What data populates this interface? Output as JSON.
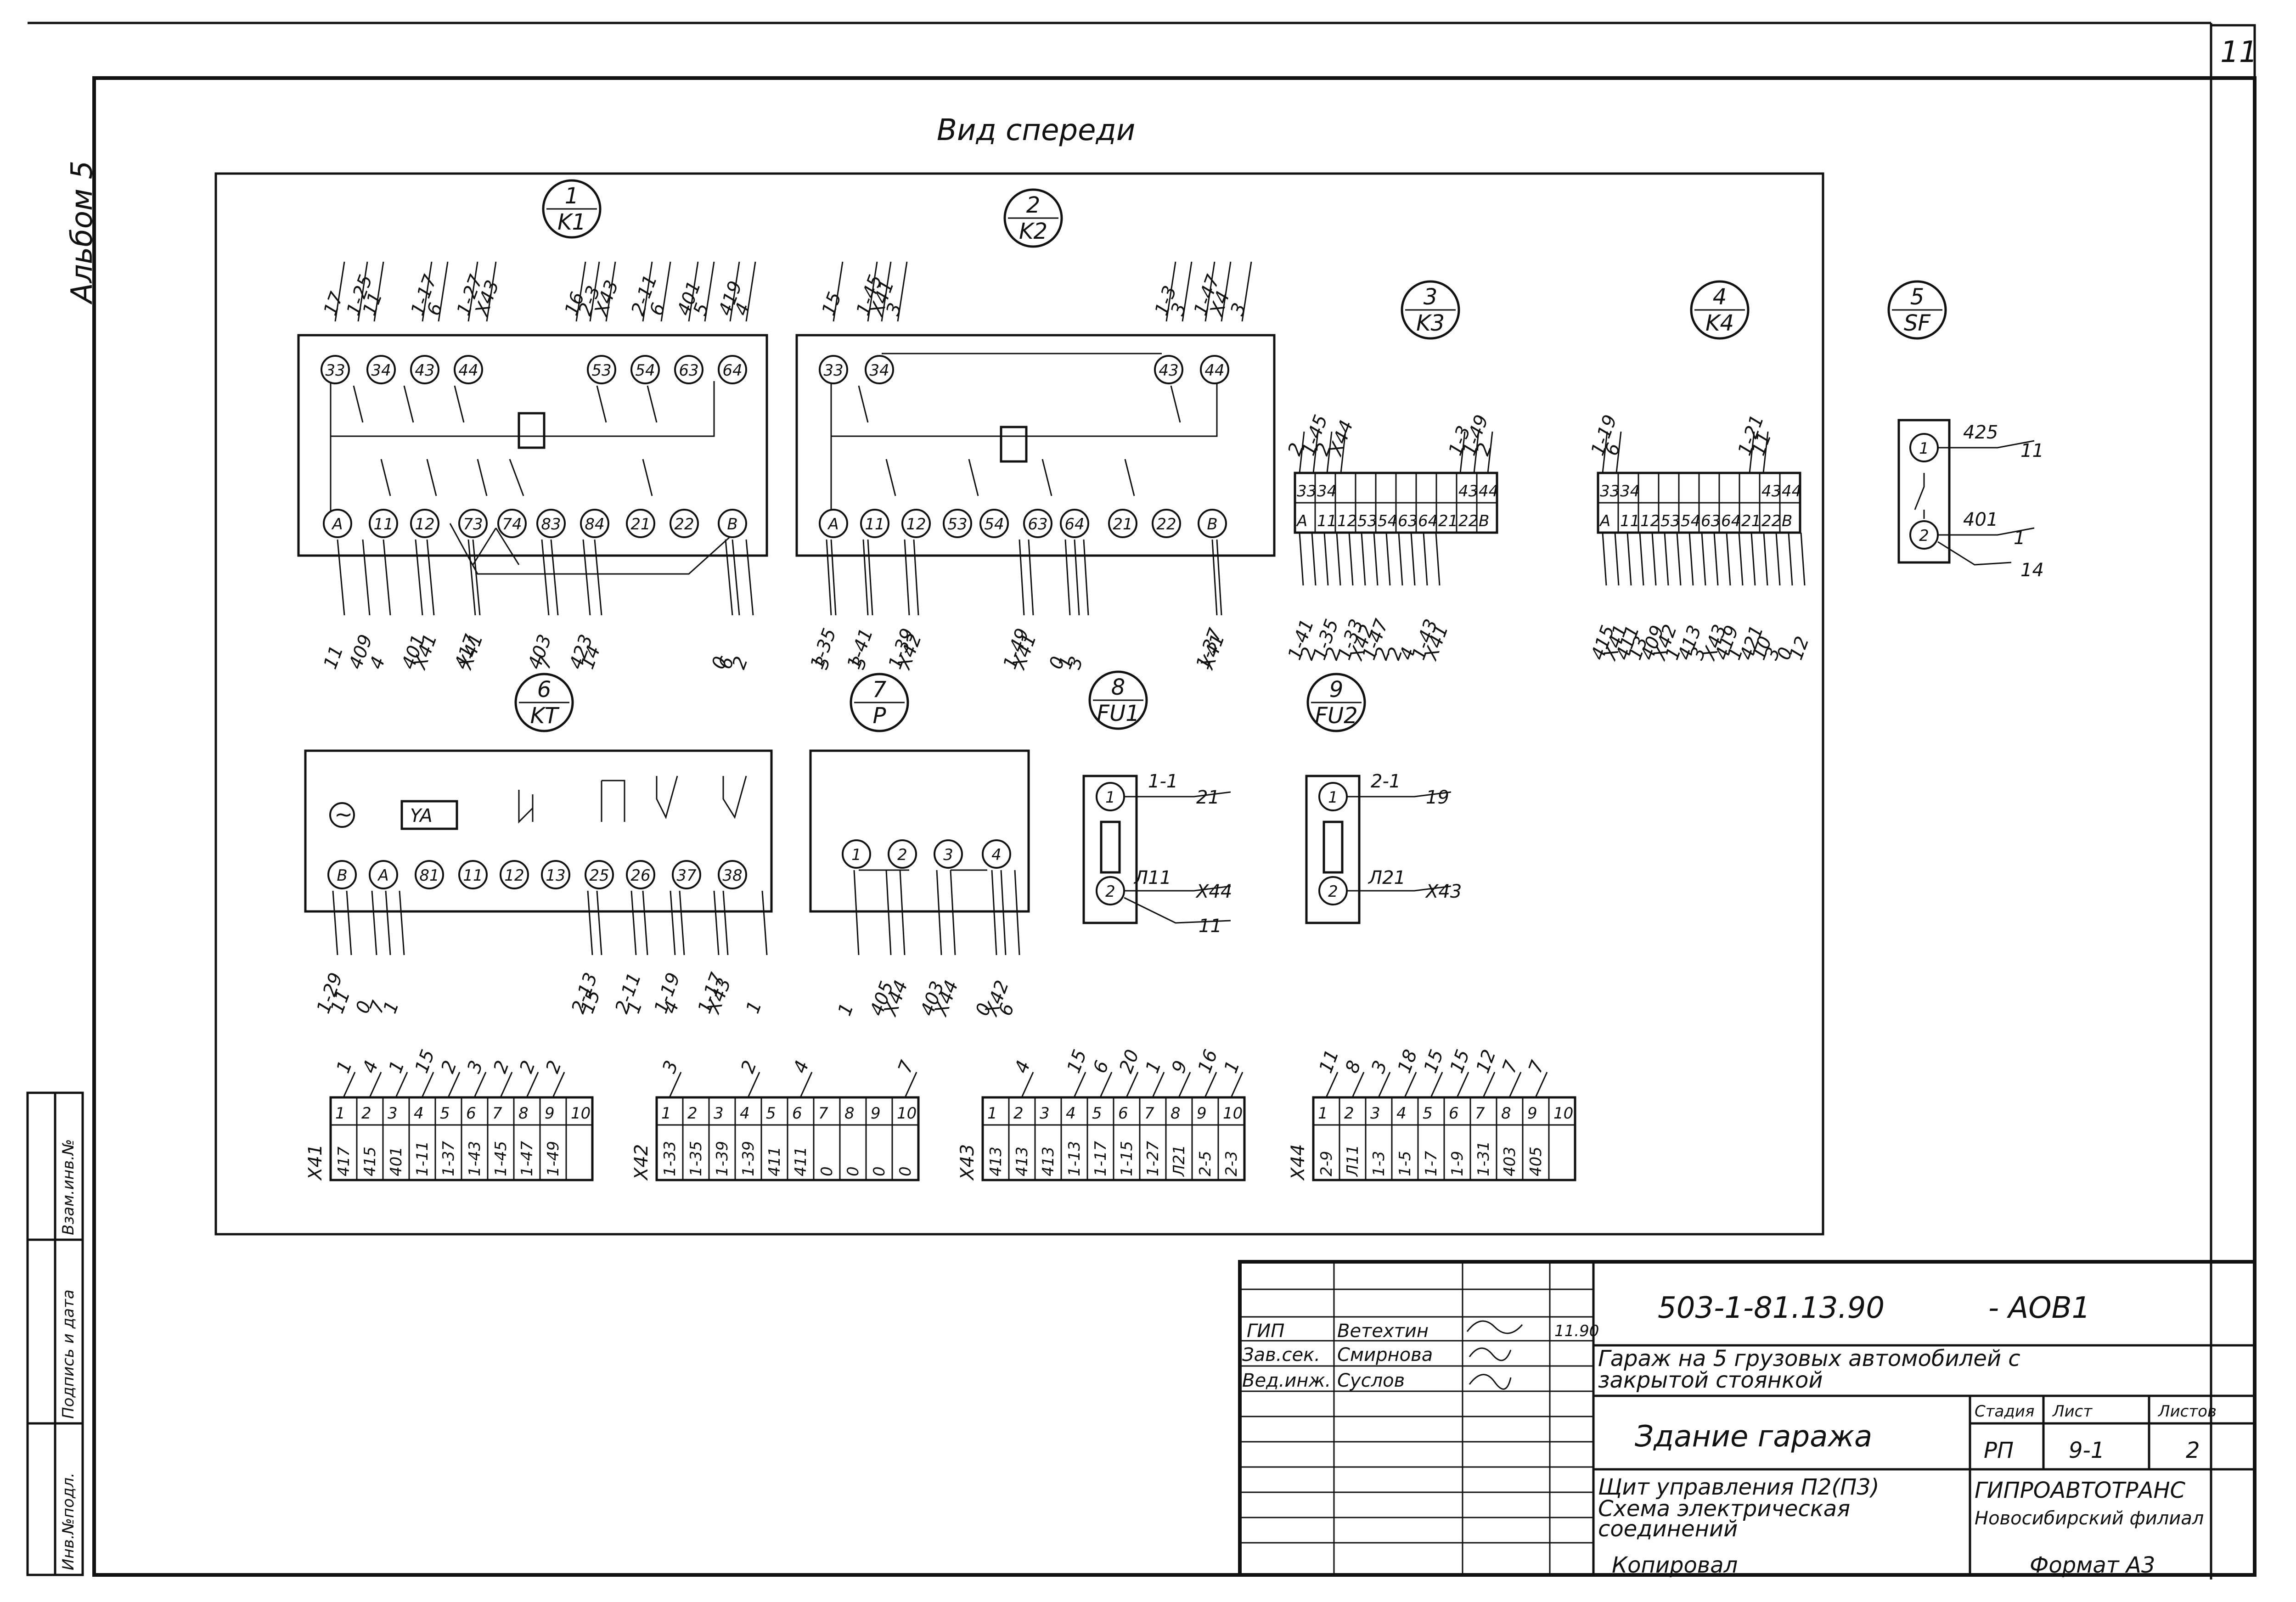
{
  "sheet": {
    "page_number": "11",
    "view_title": "Вид спереди",
    "album": "Альбом 5",
    "side_stamp": [
      "Инв.№подл.",
      "Подпись и дата",
      "Взам.инв.№"
    ]
  },
  "devices": [
    {
      "num": "1",
      "code": "K1"
    },
    {
      "num": "2",
      "code": "K2"
    },
    {
      "num": "3",
      "code": "K3"
    },
    {
      "num": "4",
      "code": "K4"
    },
    {
      "num": "5",
      "code": "SF"
    },
    {
      "num": "6",
      "code": "KT"
    },
    {
      "num": "7",
      "code": "P"
    },
    {
      "num": "8",
      "code": "FU1"
    },
    {
      "num": "9",
      "code": "FU2"
    }
  ],
  "k1": {
    "top_terminals": [
      "33",
      "34",
      "43",
      "44",
      "53",
      "54",
      "63",
      "64"
    ],
    "top_wires": [
      "17",
      "1-25",
      "11",
      "1-17",
      "6",
      "1-27",
      "X43",
      "16",
      "2-3",
      "X43",
      "2-11",
      "6",
      "401",
      "5",
      "419",
      "4"
    ],
    "bottom_terminals": [
      "A",
      "11",
      "12",
      "73",
      "74",
      "83",
      "84",
      "21",
      "22",
      "B"
    ],
    "bottom_wires": [
      "11",
      "409",
      "4",
      "401",
      "X41",
      "417",
      "X41",
      "403",
      "7",
      "423",
      "14",
      "0",
      "6",
      "2"
    ]
  },
  "k2": {
    "top_terminals": [
      "33",
      "34",
      "43",
      "44"
    ],
    "top_wires": [
      "15",
      "1-45",
      "X41",
      "3",
      "1-3",
      "3",
      "1-47",
      "X4",
      "3"
    ],
    "bottom_terminals": [
      "A",
      "11",
      "12",
      "53",
      "54",
      "63",
      "64",
      "21",
      "22",
      "B"
    ],
    "bottom_wires": [
      "1-35",
      "3",
      "1-41",
      "3",
      "1-39",
      "X42",
      "1-49",
      "X41",
      "0",
      "1",
      "3",
      "1-37",
      "X41"
    ]
  },
  "k3": {
    "top_cells": [
      "33",
      "34",
      "43",
      "44"
    ],
    "bottom_cells": [
      "A",
      "11",
      "12",
      "53",
      "54",
      "63",
      "64",
      "21",
      "22",
      "B"
    ],
    "top_wires": [
      "2",
      "1-45",
      "2",
      "X44",
      "1-3",
      "1-49",
      "2"
    ],
    "bottom_wires": [
      "1-41",
      "2",
      "1-35",
      "2",
      "1-33",
      "X42",
      "1-47",
      "2",
      "2",
      "4",
      "1-43",
      "X41"
    ]
  },
  "k4": {
    "top_cells": [
      "33",
      "34",
      "43",
      "44"
    ],
    "bottom_cells": [
      "A",
      "11",
      "12",
      "53",
      "54",
      "63",
      "64",
      "21",
      "22",
      "B"
    ],
    "top_wires": [
      "1-19",
      "6",
      "1-21",
      "11"
    ],
    "bottom_wires": [
      "415",
      "X41",
      "411",
      "13",
      "409",
      "X42",
      "1",
      "413",
      "3",
      "X43",
      "419",
      "1",
      "421",
      "10",
      "3",
      "0",
      "12"
    ]
  },
  "sf": {
    "terminals": [
      "1",
      "2"
    ],
    "wires": [
      "425",
      "11",
      "401",
      "1",
      "14"
    ]
  },
  "kt": {
    "coil_label": "YA",
    "terminals": [
      "B",
      "A",
      "81",
      "11",
      "12",
      "13",
      "25",
      "26",
      "37",
      "38"
    ],
    "wires": [
      "1-29",
      "11",
      "0",
      "7",
      "1",
      "2-13",
      "15",
      "2-11",
      "1",
      "1-19",
      "4",
      "1-17",
      "X43",
      "1"
    ]
  },
  "p": {
    "terminals": [
      "1",
      "2",
      "3",
      "4"
    ],
    "wires": [
      "1",
      "405",
      "X44",
      "403",
      "X44",
      "0",
      "X42",
      "6"
    ]
  },
  "fu1": {
    "terminals": [
      "1",
      "2"
    ],
    "wires": [
      "1-1",
      "21",
      "Л11",
      "X44",
      "11"
    ]
  },
  "fu2": {
    "terminals": [
      "1",
      "2"
    ],
    "wires": [
      "2-1",
      "19",
      "Л21",
      "X43"
    ]
  },
  "terminal_blocks": [
    {
      "name": "X41",
      "nums": [
        "1",
        "2",
        "3",
        "4",
        "5",
        "6",
        "7",
        "8",
        "9",
        "10"
      ],
      "cells": [
        "417",
        "415",
        "401",
        "1-11",
        "1-37",
        "1-43",
        "1-45",
        "1-47",
        "1-49",
        ""
      ],
      "top": [
        "1",
        "4",
        "1",
        "15",
        "2",
        "3",
        "2",
        "2",
        "2",
        ""
      ]
    },
    {
      "name": "X42",
      "nums": [
        "1",
        "2",
        "3",
        "4",
        "5",
        "6",
        "7",
        "8",
        "9",
        "10"
      ],
      "cells": [
        "1-33",
        "1-35",
        "1-39",
        "1-39",
        "411",
        "411",
        "0",
        "0",
        "0",
        "0"
      ],
      "top": [
        "3",
        "",
        "",
        "2",
        "",
        "4",
        "",
        "",
        "",
        "7"
      ]
    },
    {
      "name": "X43",
      "nums": [
        "1",
        "2",
        "3",
        "4",
        "5",
        "6",
        "7",
        "8",
        "9",
        "10"
      ],
      "cells": [
        "413",
        "413",
        "413",
        "1-13",
        "1-17",
        "1-15",
        "1-27",
        "Л21",
        "2-5",
        "2-3"
      ],
      "top": [
        "",
        "4",
        "",
        "15",
        "6",
        "20",
        "1",
        "9",
        "16",
        "1"
      ]
    },
    {
      "name": "X44",
      "nums": [
        "1",
        "2",
        "3",
        "4",
        "5",
        "6",
        "7",
        "8",
        "9",
        "10"
      ],
      "cells": [
        "2-9",
        "Л11",
        "1-3",
        "1-5",
        "1-7",
        "1-9",
        "1-31",
        "403",
        "405",
        ""
      ],
      "top": [
        "11",
        "8",
        "3",
        "18",
        "15",
        "15",
        "12",
        "7",
        "7",
        ""
      ]
    }
  ],
  "title_block": {
    "doc_code": "503-1-81.13.90",
    "sheet_mark": "- АОВ1",
    "roles": [
      "ГИП",
      "Зав.сек.",
      "Вед.инж."
    ],
    "names": [
      "Ветехтин",
      "Смирнова",
      "Суслов"
    ],
    "date": "11.90",
    "project_title": "Гараж на 5 грузовых автомобилей с закрытой стоянкой",
    "project_title_l1": "Гараж на 5 грузовых автомобилей с",
    "project_title_l2": "закрытой стоянкой",
    "building": "Здание гаража",
    "stage_header": "Стадия",
    "sheet_header": "Лист",
    "sheets_header": "Листов",
    "stage": "РП",
    "sheet": "9-1",
    "sheets": "2",
    "drawing_title_l1": "Щит управления П2(П3)",
    "drawing_title_l2": "Схема электрическая",
    "drawing_title_l3": "соединений",
    "org_l1": "ГИПРОАВТОТРАНС",
    "org_l2": "Новосибирский филиал",
    "copied": "Копировал",
    "format": "Формат А3"
  }
}
